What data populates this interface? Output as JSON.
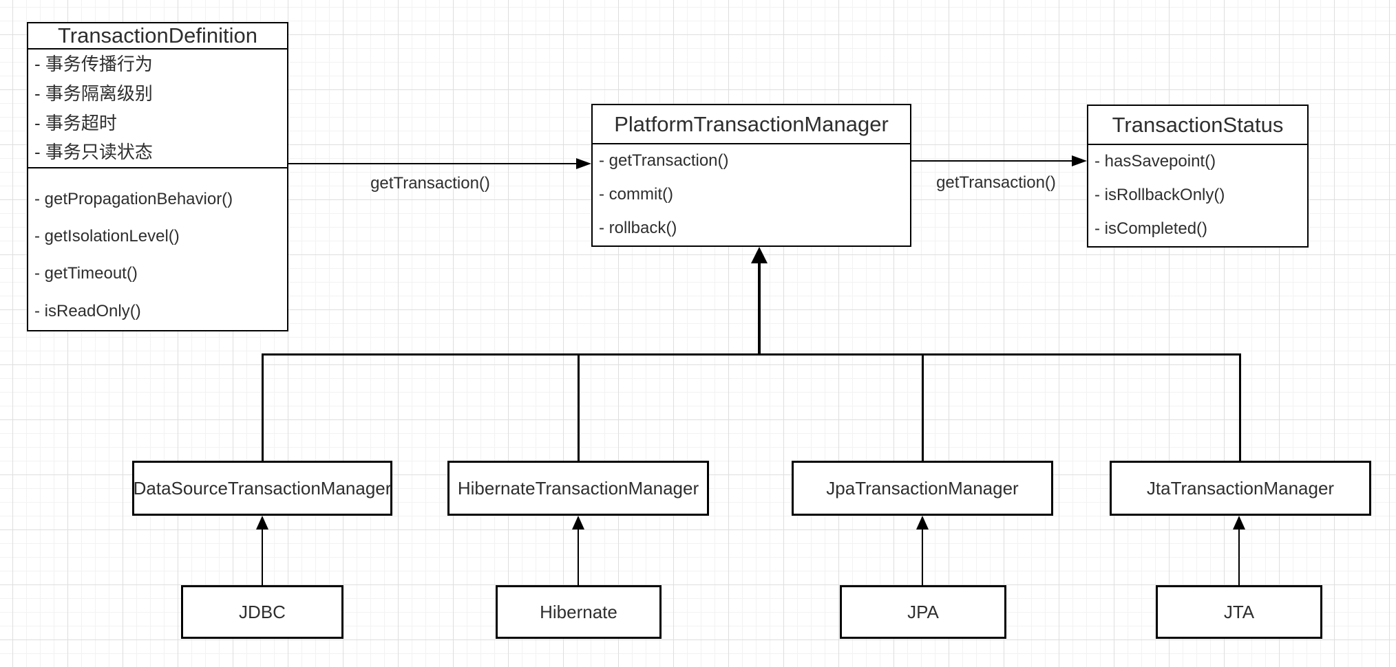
{
  "classes": {
    "transaction_definition": {
      "title": "TransactionDefinition",
      "attributes": [
        "- 事务传播行为",
        "- 事务隔离级别",
        "- 事务超时",
        "- 事务只读状态"
      ],
      "methods": [
        "- getPropagationBehavior()",
        "- getIsolationLevel()",
        "- getTimeout()",
        "- isReadOnly()"
      ]
    },
    "platform_transaction_manager": {
      "title": "PlatformTransactionManager",
      "methods": [
        "- getTransaction()",
        "- commit()",
        "- rollback()"
      ]
    },
    "transaction_status": {
      "title": "TransactionStatus",
      "methods": [
        "- hasSavepoint()",
        "- isRollbackOnly()",
        "- isCompleted()"
      ]
    }
  },
  "edges": {
    "definition_to_manager_label": "getTransaction()",
    "manager_to_status_label": "getTransaction()"
  },
  "implementations": [
    "DataSourceTransactionManager",
    "HibernateTransactionManager",
    "JpaTransactionManager",
    "JtaTransactionManager"
  ],
  "technologies": [
    "JDBC",
    "Hibernate",
    "JPA",
    "JTA"
  ],
  "colors": {
    "line": "#000000",
    "text": "#2e2e2e",
    "box_background": "#ffffff",
    "canvas_background": "#ffffff",
    "grid_minor": "#f2f2f2",
    "grid_major": "#dedede"
  }
}
